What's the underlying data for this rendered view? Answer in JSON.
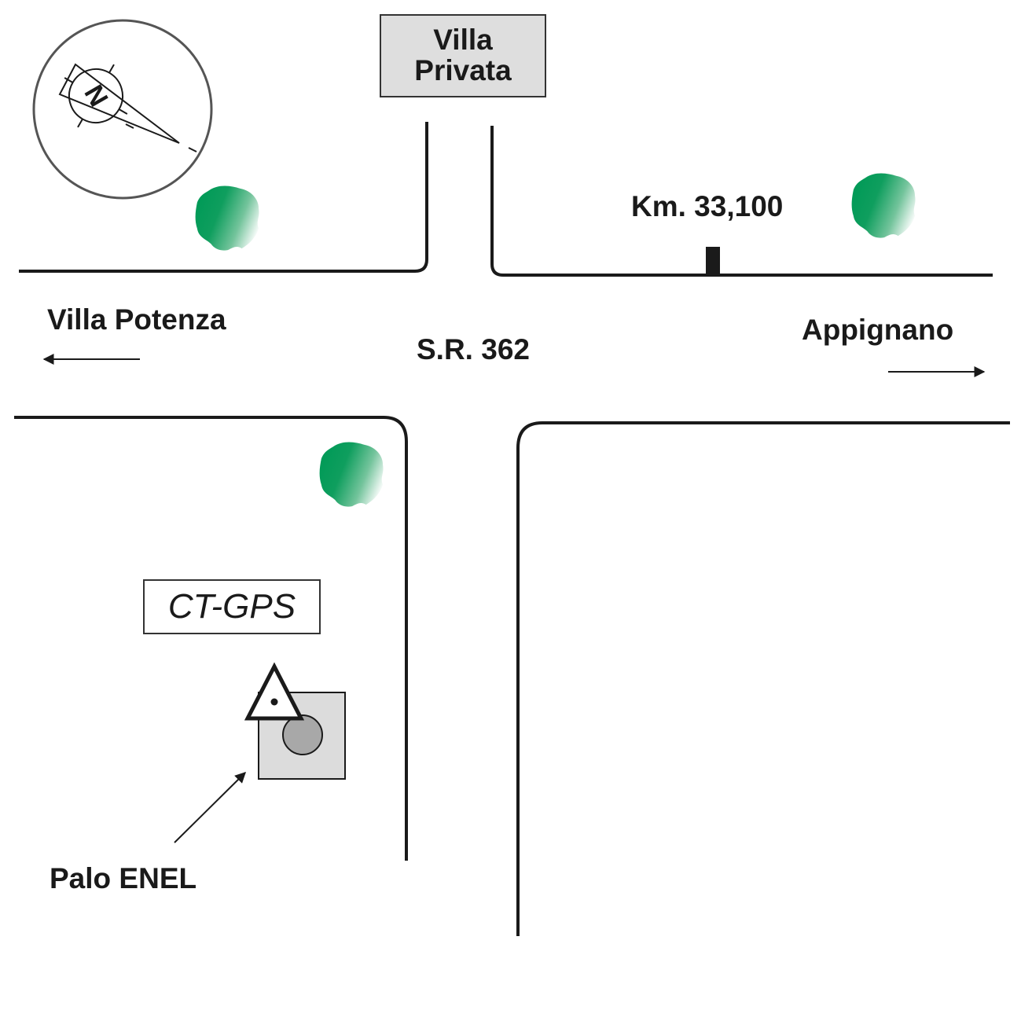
{
  "map": {
    "type": "location sketch (monografia)",
    "destination_sign": {
      "line1": "Villa",
      "line2": "Privata"
    },
    "road_name": "S.R. 362",
    "km_marker": "Km. 33,100",
    "directions": {
      "left": {
        "label": "Villa Potenza",
        "arrow": "arrow-left"
      },
      "right": {
        "label": "Appignano",
        "arrow": "arrow-right"
      }
    },
    "point_label": "CT-GPS",
    "pole_label": "Palo ENEL",
    "compass": {
      "symbol": "N",
      "icon": "north-arrow"
    },
    "colors": {
      "tree_dark": "#009a57",
      "tree_light": "#ffffff",
      "sign_fill": "#dedede",
      "pole_square": "#dcdcdc",
      "pole_circle": "#a8a8a8",
      "road_line": "#1a1a1a",
      "compass_ring": "#555555"
    }
  }
}
